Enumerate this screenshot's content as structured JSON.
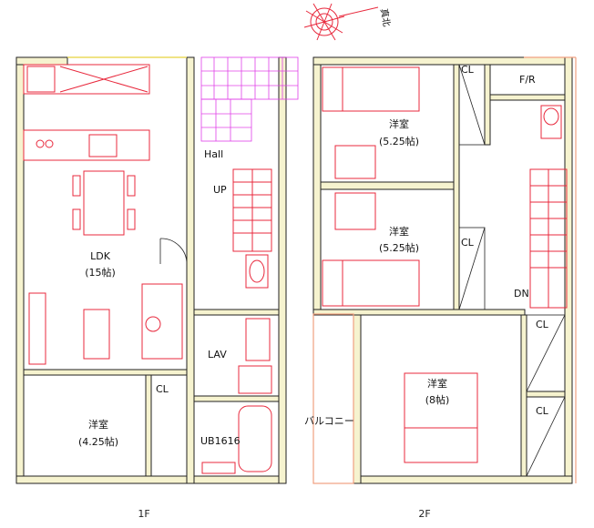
{
  "compass": {
    "label": "真北"
  },
  "floors": [
    {
      "caption": "1F",
      "rooms": {
        "ldk_name": "LDK",
        "ldk_size": "(15帖)",
        "hall": "Hall",
        "up": "UP",
        "lav": "LAV",
        "bath": "UB1616",
        "washitsu_name": "洋室",
        "washitsu_size": "(4.25帖)",
        "closet": "CL"
      }
    },
    {
      "caption": "2F",
      "rooms": {
        "room_a_name": "洋室",
        "room_a_size": "(5.25帖)",
        "room_b_name": "洋室",
        "room_b_size": "(5.25帖)",
        "room_c_name": "洋室",
        "room_c_size": "(8帖)",
        "closet_a": "CL",
        "closet_b": "CL",
        "closet_c": "CL",
        "closet_d": "CL",
        "fr": "F/R",
        "dn": "DN",
        "balcony": "バルコニー"
      }
    }
  ],
  "colors": {
    "wall_fill": "#f6f3cf",
    "fixture": "#e8283c",
    "deck": "#e040e8",
    "balcony_edge": "#f0a080"
  }
}
